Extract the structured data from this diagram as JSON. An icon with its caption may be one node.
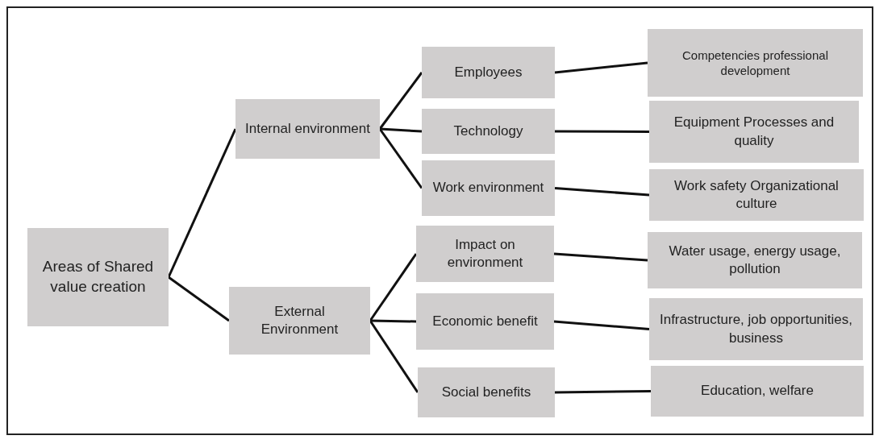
{
  "diagram": {
    "nodes": [
      {
        "text": [
          "Areas of Shared value creation"
        ]
      },
      {
        "text": [
          "Internal environment"
        ]
      },
      {
        "text": [
          "External Environment"
        ]
      },
      {
        "text": [
          "Employees"
        ]
      },
      {
        "text": [
          "Competencies professional development"
        ]
      },
      {
        "text": [
          "Technology"
        ]
      },
      {
        "text": [
          "Equipment Processes and quality"
        ]
      },
      {
        "text": [
          "Work environment"
        ]
      },
      {
        "text": [
          "Work safety Organizational culture"
        ]
      },
      {
        "text": [
          "Impact on environment"
        ]
      },
      {
        "text": [
          "Water usage, energy usage, pollution"
        ]
      },
      {
        "text": [
          "Economic benefit"
        ]
      },
      {
        "text": [
          "Infrastructure, job opportunities, business"
        ]
      },
      {
        "text": [
          "Social benefits"
        ]
      },
      {
        "text": [
          "Education, welfare"
        ]
      }
    ],
    "edges": [
      {
        "from": 0,
        "to": 1,
        "arrow": "none"
      },
      {
        "from": 0,
        "to": 2,
        "arrow": "none"
      },
      {
        "from": 1,
        "to": 3,
        "arrow": "none"
      },
      {
        "from": 1,
        "to": 5,
        "arrow": "none"
      },
      {
        "from": 1,
        "to": 7,
        "arrow": "none"
      },
      {
        "from": 2,
        "to": 9,
        "arrow": "none"
      },
      {
        "from": 2,
        "to": 11,
        "arrow": "none"
      },
      {
        "from": 2,
        "to": 13,
        "arrow": "none"
      },
      {
        "from": 3,
        "to": 4,
        "arrow": "none"
      },
      {
        "from": 5,
        "to": 6,
        "arrow": "none"
      },
      {
        "from": 7,
        "to": 8,
        "arrow": "none"
      },
      {
        "from": 9,
        "to": 10,
        "arrow": "none"
      },
      {
        "from": 11,
        "to": 12,
        "arrow": "none"
      },
      {
        "from": 13,
        "to": 14,
        "arrow": "none"
      }
    ]
  }
}
